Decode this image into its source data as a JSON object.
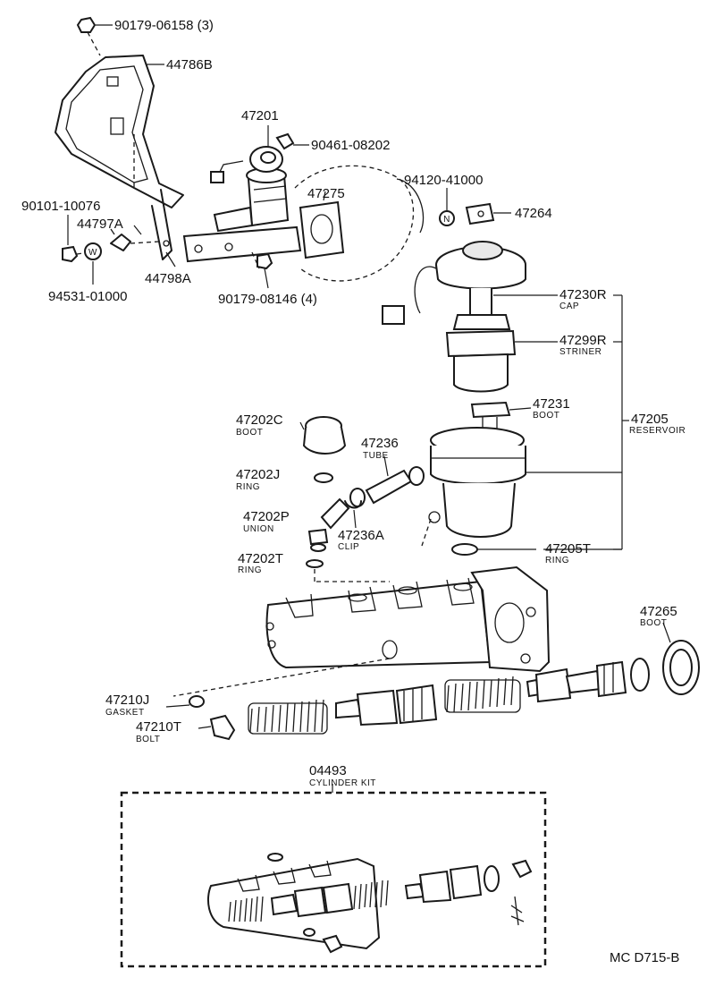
{
  "diagram_id": "MC D715-B",
  "callouts": [
    {
      "key": "c1",
      "number": "90179-06158 (3)"
    },
    {
      "key": "c2",
      "number": "44786B"
    },
    {
      "key": "c3",
      "number": "47201"
    },
    {
      "key": "c4",
      "number": "90461-08202"
    },
    {
      "key": "c5",
      "number": "47275"
    },
    {
      "key": "c6",
      "number": "94120-41000"
    },
    {
      "key": "c7",
      "number": "47264"
    },
    {
      "key": "c8",
      "number": "90101-10076"
    },
    {
      "key": "c9",
      "number": "44797A"
    },
    {
      "key": "c10",
      "number": "44798A"
    },
    {
      "key": "c11",
      "number": "94531-01000"
    },
    {
      "key": "c12",
      "number": "90179-08146 (4)"
    },
    {
      "key": "c13",
      "number": "47230R",
      "caption": "CAP"
    },
    {
      "key": "c14",
      "number": "47299R",
      "caption": "STRINER"
    },
    {
      "key": "c15",
      "number": "47231",
      "caption": "BOOT"
    },
    {
      "key": "c16",
      "number": "47205",
      "caption": "RESERVOIR"
    },
    {
      "key": "c17",
      "number": "47202C",
      "caption": "BOOT"
    },
    {
      "key": "c18",
      "number": "47236",
      "caption": "TUBE"
    },
    {
      "key": "c19",
      "number": "47202J",
      "caption": "RING"
    },
    {
      "key": "c20",
      "number": "47202P",
      "caption": "UNION"
    },
    {
      "key": "c21",
      "number": "47236A",
      "caption": "CLIP"
    },
    {
      "key": "c22",
      "number": "47202T",
      "caption": "RING"
    },
    {
      "key": "c23",
      "number": "47205T",
      "caption": "RING"
    },
    {
      "key": "c24",
      "number": "47265",
      "caption": "BOOT"
    },
    {
      "key": "c25",
      "number": "47210J",
      "caption": "GASKET"
    },
    {
      "key": "c26",
      "number": "47210T",
      "caption": "BOLT"
    },
    {
      "key": "c27",
      "number": "04493",
      "caption": "CYLINDER KIT"
    }
  ],
  "symbols": {
    "nut_marker": "N",
    "washer_marker": "W"
  }
}
